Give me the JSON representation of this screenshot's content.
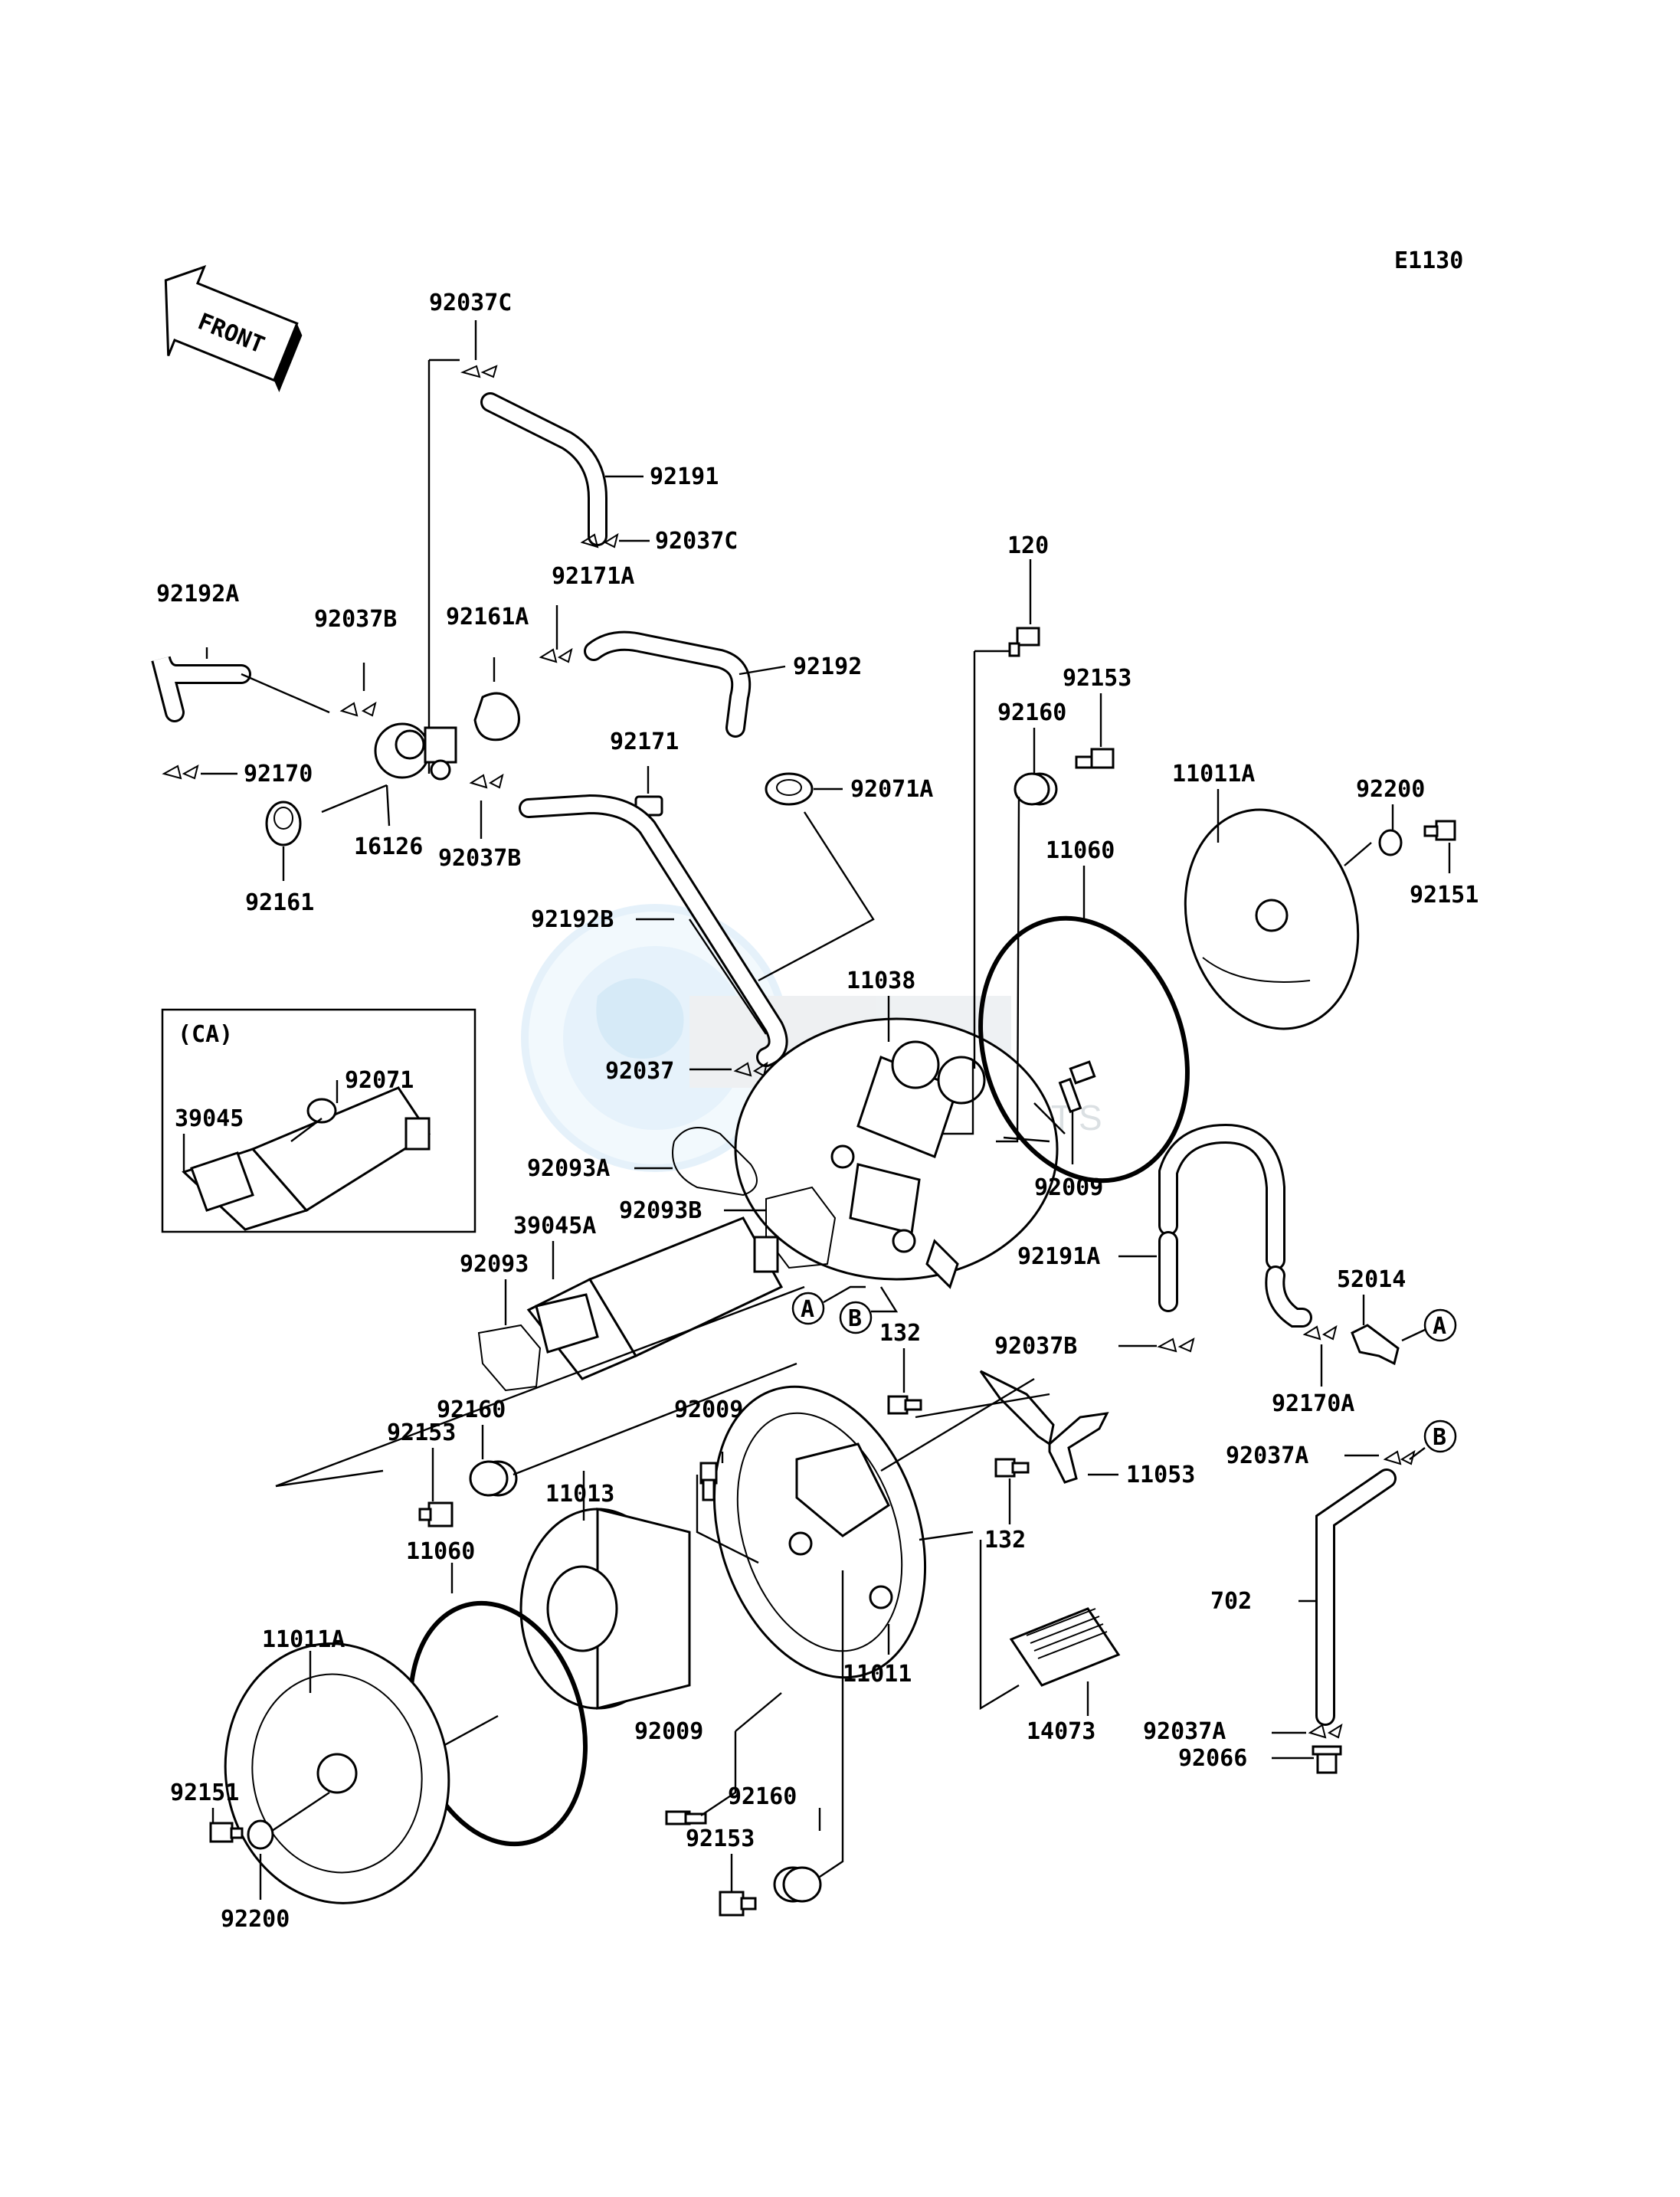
{
  "diagram_code": "E1130",
  "front_label": "FRONT",
  "watermark_text": "MOTORSPORTS",
  "inset_label": "(CA)",
  "ref_a": "A",
  "ref_b": "B",
  "labels": {
    "p92037c_top": "92037C",
    "p92191": "92191",
    "p92037c_mid": "92037C",
    "p120": "120",
    "p92192a": "92192A",
    "p92037b_top": "92037B",
    "p92161a": "92161A",
    "p92171a": "92171A",
    "p92192": "92192",
    "p92153_top": "92153",
    "p92160_top": "92160",
    "p11011a_top": "11011A",
    "p92200_top": "92200",
    "p92170": "92170",
    "p92171": "92171",
    "p92071a": "92071A",
    "p11060_top": "11060",
    "p92151_top": "92151",
    "p16126": "16126",
    "p92037b_mid": "92037B",
    "p92161": "92161",
    "p92192b": "92192B",
    "p11038": "11038",
    "p92071": "92071",
    "p39045": "39045",
    "p92037": "92037",
    "p92093a": "92093A",
    "p92009_right": "92009",
    "p92093b": "92093B",
    "p39045a": "39045A",
    "p92093": "92093",
    "p92191a": "92191A",
    "p52014": "52014",
    "p92037b_bot": "92037B",
    "p132_top": "132",
    "p92170a": "92170A",
    "p92160_mid": "92160",
    "p92009_mid": "92009",
    "p92153_mid": "92153",
    "p92037a_top": "92037A",
    "p11053": "11053",
    "p11013": "11013",
    "p132_bot": "132",
    "p11060_bot": "11060",
    "p702": "702",
    "p11011a_bot": "11011A",
    "p11011": "11011",
    "p14073": "14073",
    "p92009_bot": "92009",
    "p92037a_bot": "92037A",
    "p92066": "92066",
    "p92160_bot": "92160",
    "p92151_bot": "92151",
    "p92153_bot": "92153",
    "p92200_bot": "92200"
  }
}
